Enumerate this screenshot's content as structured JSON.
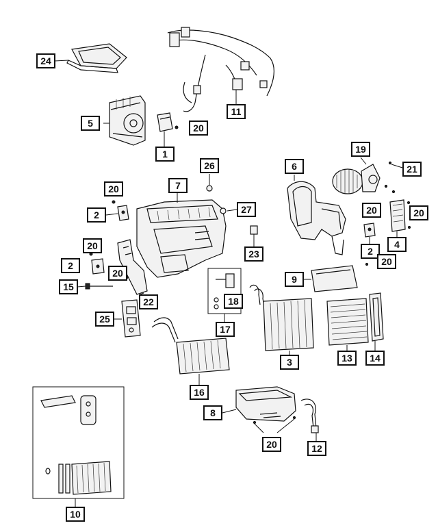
{
  "callouts": [
    {
      "id": "c24",
      "label": "24"
    },
    {
      "id": "c11",
      "label": "11"
    },
    {
      "id": "c5",
      "label": "5"
    },
    {
      "id": "c20a",
      "label": "20"
    },
    {
      "id": "c1",
      "label": "1"
    },
    {
      "id": "c26",
      "label": "26"
    },
    {
      "id": "c6",
      "label": "6"
    },
    {
      "id": "c19",
      "label": "19"
    },
    {
      "id": "c21",
      "label": "21"
    },
    {
      "id": "c7",
      "label": "7"
    },
    {
      "id": "c20b",
      "label": "20"
    },
    {
      "id": "c2a",
      "label": "2"
    },
    {
      "id": "c27",
      "label": "27"
    },
    {
      "id": "c20c",
      "label": "20"
    },
    {
      "id": "c20d",
      "label": "20"
    },
    {
      "id": "c2b",
      "label": "2"
    },
    {
      "id": "c4",
      "label": "4"
    },
    {
      "id": "c20e",
      "label": "20"
    },
    {
      "id": "c23",
      "label": "23"
    },
    {
      "id": "c20f",
      "label": "20"
    },
    {
      "id": "c2c",
      "label": "2"
    },
    {
      "id": "c20g",
      "label": "20"
    },
    {
      "id": "c15",
      "label": "15"
    },
    {
      "id": "c9",
      "label": "9"
    },
    {
      "id": "c18",
      "label": "18"
    },
    {
      "id": "c22",
      "label": "22"
    },
    {
      "id": "c25",
      "label": "25"
    },
    {
      "id": "c17",
      "label": "17"
    },
    {
      "id": "c3",
      "label": "3"
    },
    {
      "id": "c13",
      "label": "13"
    },
    {
      "id": "c14",
      "label": "14"
    },
    {
      "id": "c16",
      "label": "16"
    },
    {
      "id": "c8",
      "label": "8"
    },
    {
      "id": "c20h",
      "label": "20"
    },
    {
      "id": "c12",
      "label": "12"
    },
    {
      "id": "c10",
      "label": "10"
    }
  ]
}
